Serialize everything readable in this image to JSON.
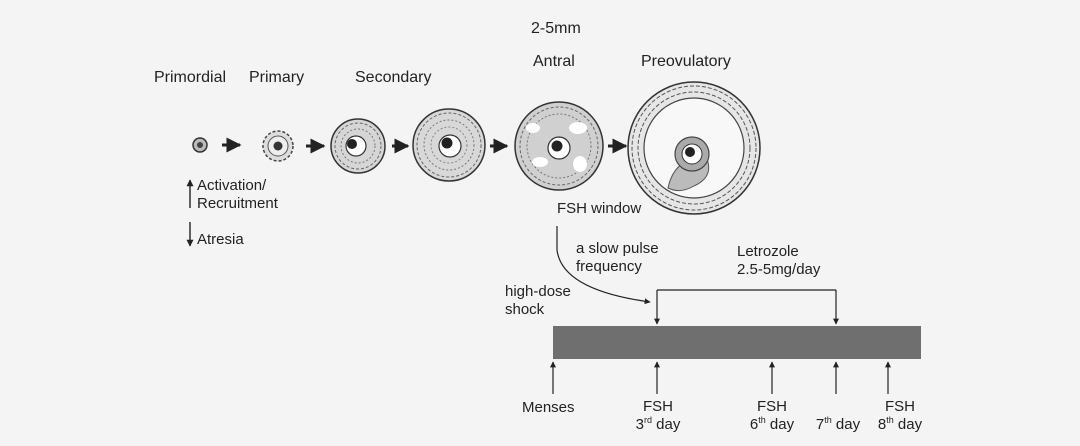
{
  "stages": {
    "primordial": "Primordial",
    "primary": "Primary",
    "secondary": "Secondary",
    "antral_size": "2-5mm",
    "antral": "Antral",
    "preovulatory": "Preovulatory"
  },
  "legend": {
    "activation_line1": "Activation/",
    "activation_line2": "Recruitment",
    "atresia": "Atresia"
  },
  "fsh_window": "FSH window",
  "slow_pulse": {
    "line1": "a slow pulse",
    "line2": "frequency"
  },
  "letrozole": {
    "line1": "Letrozole",
    "line2": "2.5-5mg/day"
  },
  "high_dose": {
    "line1": "high-dose",
    "line2": "shock"
  },
  "timeline": {
    "menses": "Menses",
    "fsh3": {
      "top": "FSH",
      "num": "3",
      "sup": "rd",
      "day": "day"
    },
    "fsh6": {
      "top": "FSH",
      "num": "6",
      "sup": "th",
      "day": "day"
    },
    "day7": {
      "num": "7",
      "sup": "th",
      "day": "day"
    },
    "fsh8": {
      "top": "FSH",
      "num": "8",
      "sup": "th",
      "day": "day"
    }
  },
  "colors": {
    "bar": "#6f6f6f",
    "line": "#222222",
    "background": "#f4f4f4"
  },
  "icons": [
    "primordial-follicle-icon",
    "primary-follicle-icon",
    "secondary-follicle-icon",
    "antral-follicle-icon",
    "preovulatory-follicle-icon"
  ]
}
